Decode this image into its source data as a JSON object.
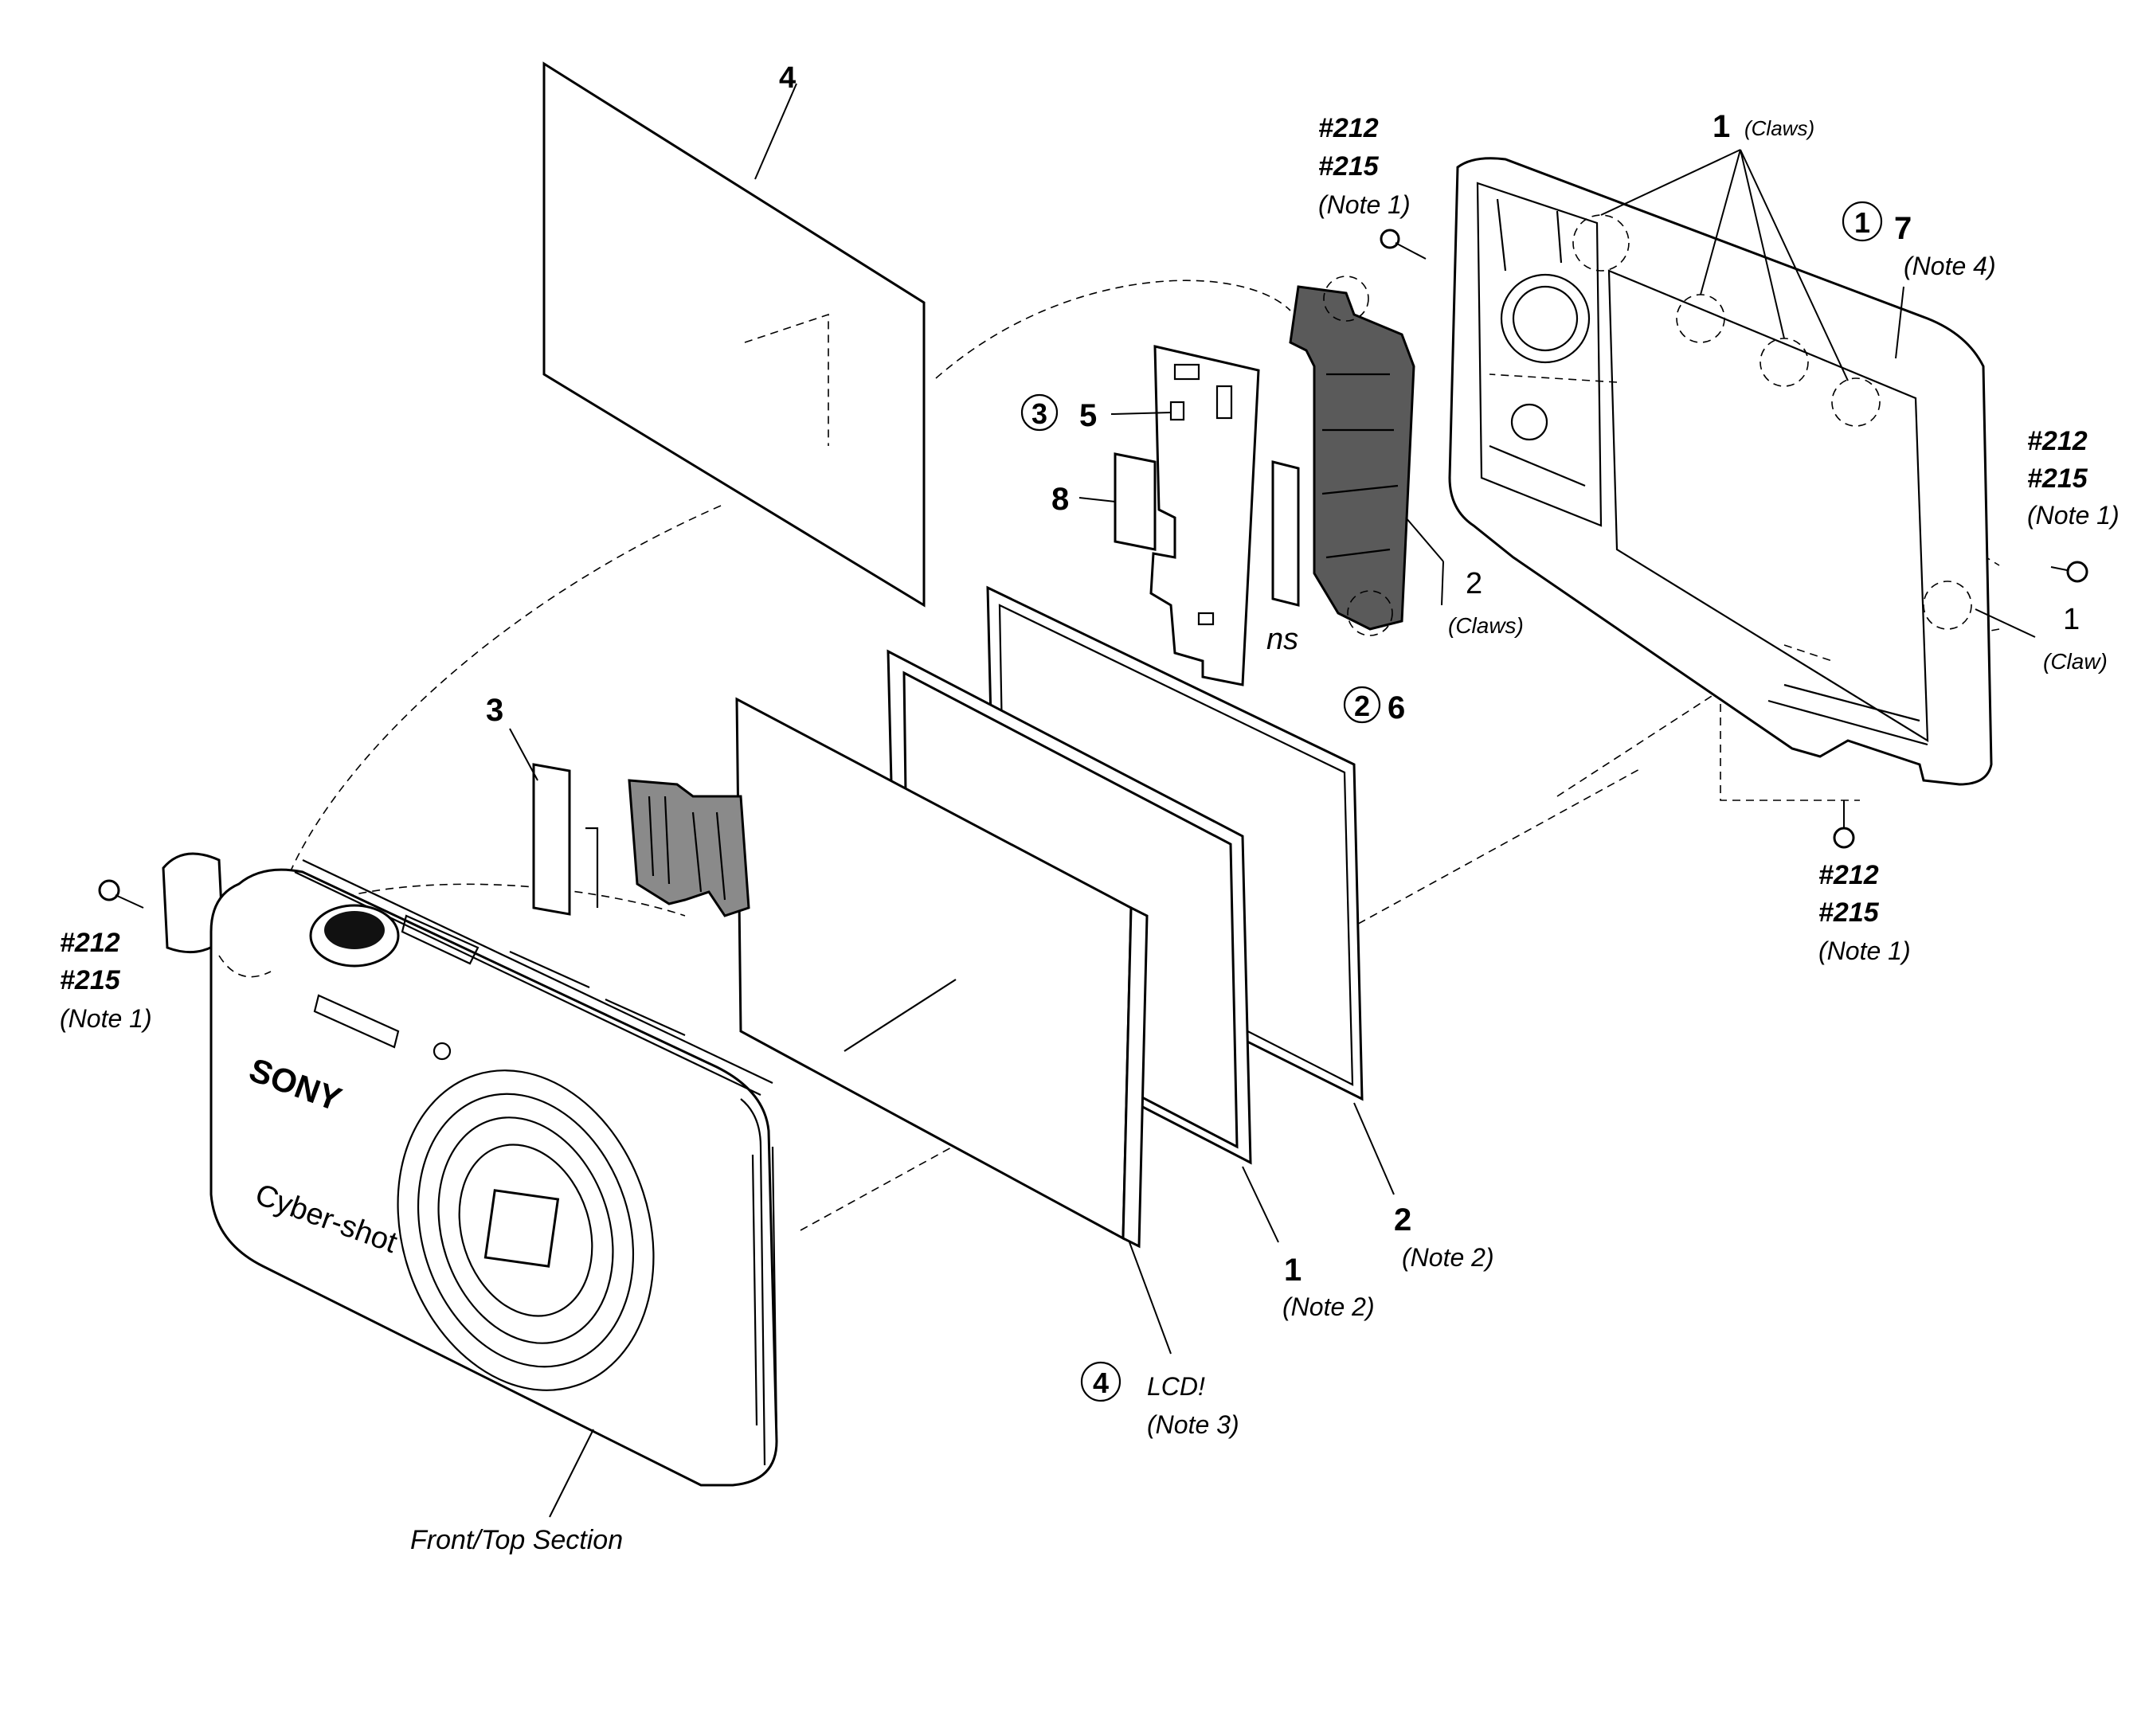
{
  "labels": {
    "part4_top": "4",
    "claws_top_num": "1",
    "claws_top_text": "(Claws)",
    "tr_screw_212": "#212",
    "tr_screw_215": "#215",
    "tr_screw_note": "(Note 1)",
    "step1_circle": "1",
    "part7": "7",
    "note4": "(Note 4)",
    "step3_circle": "3",
    "part5": "5",
    "part8": "8",
    "ns_text": "ns",
    "claws_mid_num": "2",
    "claws_mid_text": "(Claws)",
    "step2_circle": "2",
    "part6": "6",
    "right_screw_212": "#212",
    "right_screw_215": "#215",
    "right_screw_note": "(Note 1)",
    "claw_right_num": "1",
    "claw_right_text": "(Claw)",
    "bottom_screw_212": "#212",
    "bottom_screw_215": "#215",
    "bottom_screw_note": "(Note 1)",
    "part3": "3",
    "left_screw_212": "#212",
    "left_screw_215": "#215",
    "left_screw_note": "(Note 1)",
    "frame2_num": "2",
    "frame2_note": "(Note 2)",
    "frame1_num": "1",
    "frame1_note": "(Note 2)",
    "step4_circle": "4",
    "lcd_text": "LCD!",
    "note3": "(Note 3)",
    "front_section": "Front/Top Section",
    "camera_brand": "SONY",
    "camera_model": "Cyber-shot"
  }
}
